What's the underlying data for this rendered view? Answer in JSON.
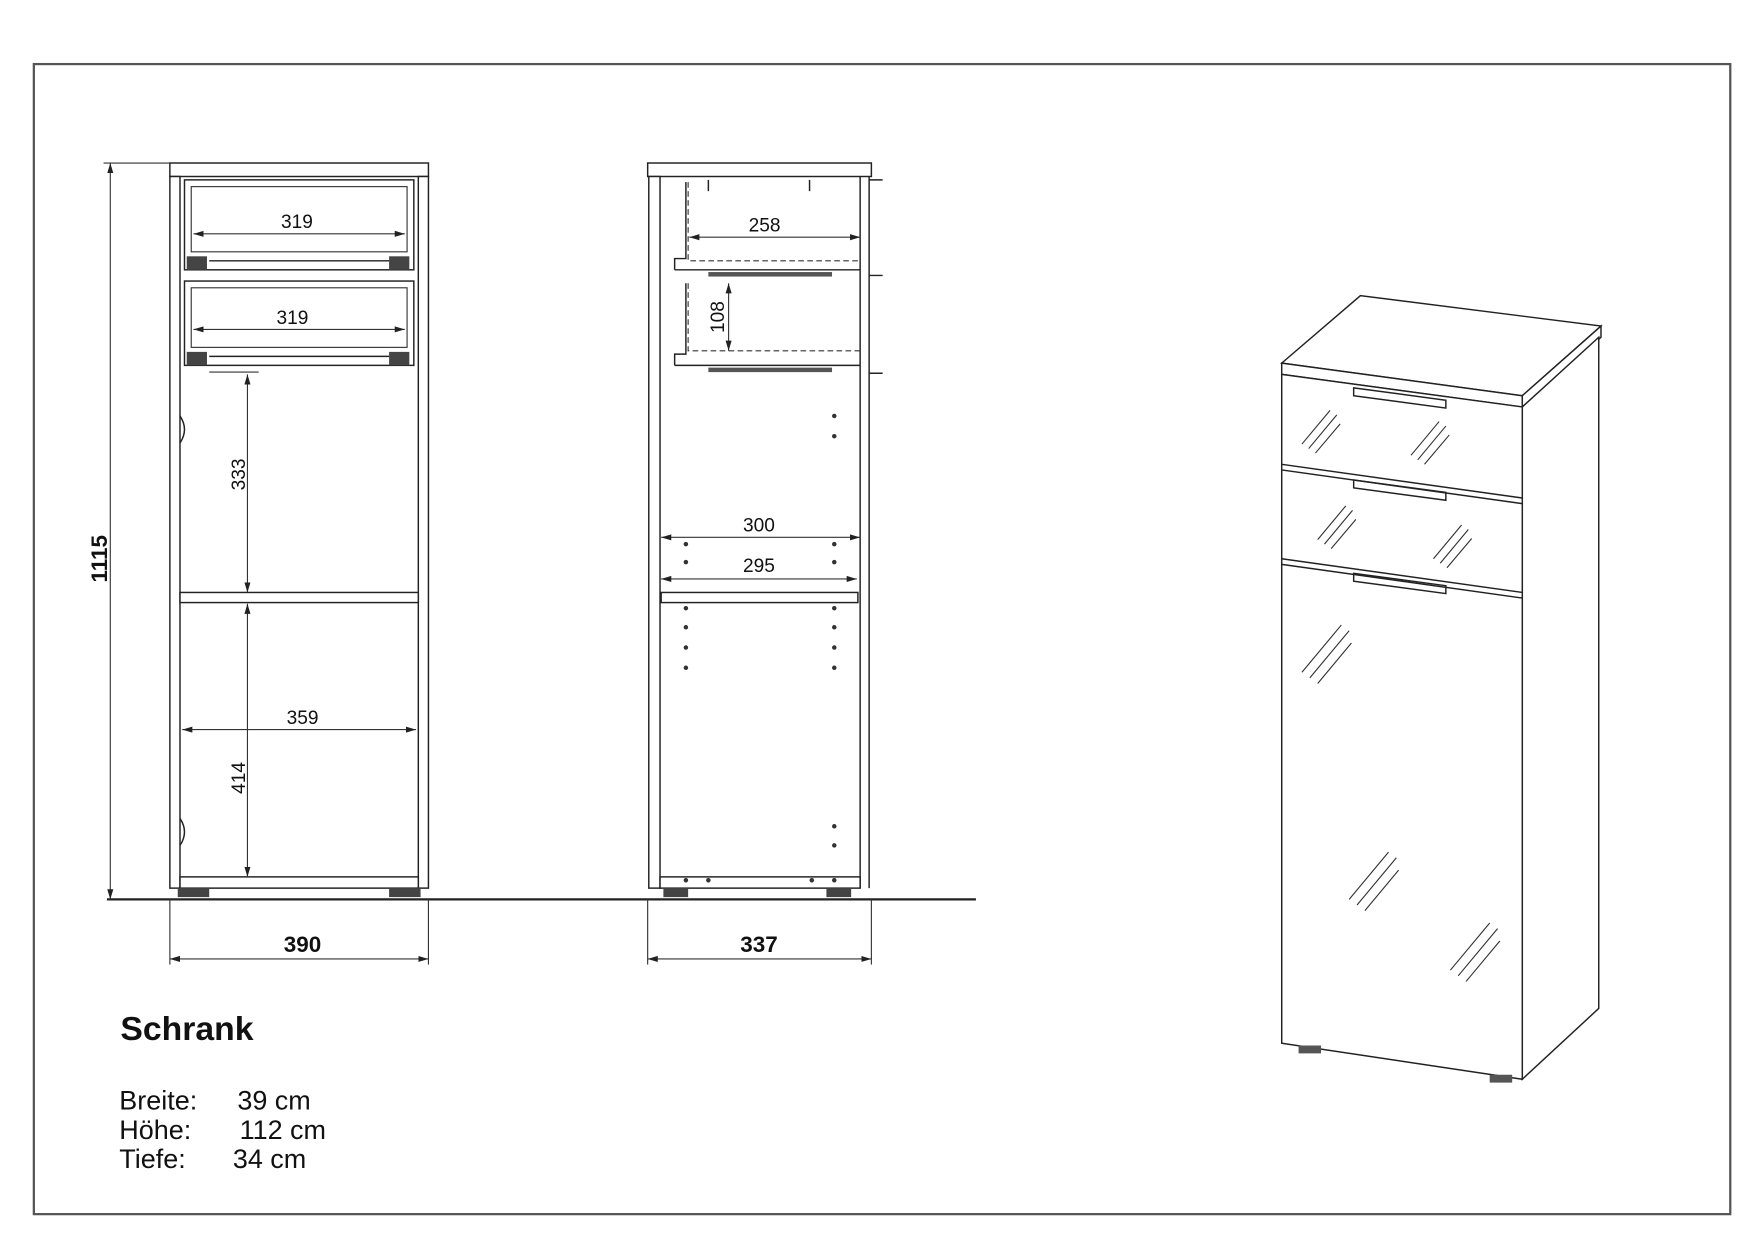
{
  "drawing": {
    "title": "Schrank",
    "specs": [
      {
        "label": "Breite:",
        "value": "39 cm"
      },
      {
        "label": "Höhe:",
        "value": "112 cm"
      },
      {
        "label": "Tiefe:",
        "value": "34 cm"
      }
    ],
    "front_view": {
      "overall_height": "1115",
      "overall_width": "390",
      "drawer1_width": "319",
      "drawer2_width": "319",
      "upper_compartment_height": "333",
      "lower_compartment_height": "414",
      "inner_width": "359"
    },
    "side_view": {
      "overall_depth": "337",
      "drawer_depth": "258",
      "drawer_height": "108",
      "inner_depth": "300",
      "shelf_depth": "295"
    }
  }
}
